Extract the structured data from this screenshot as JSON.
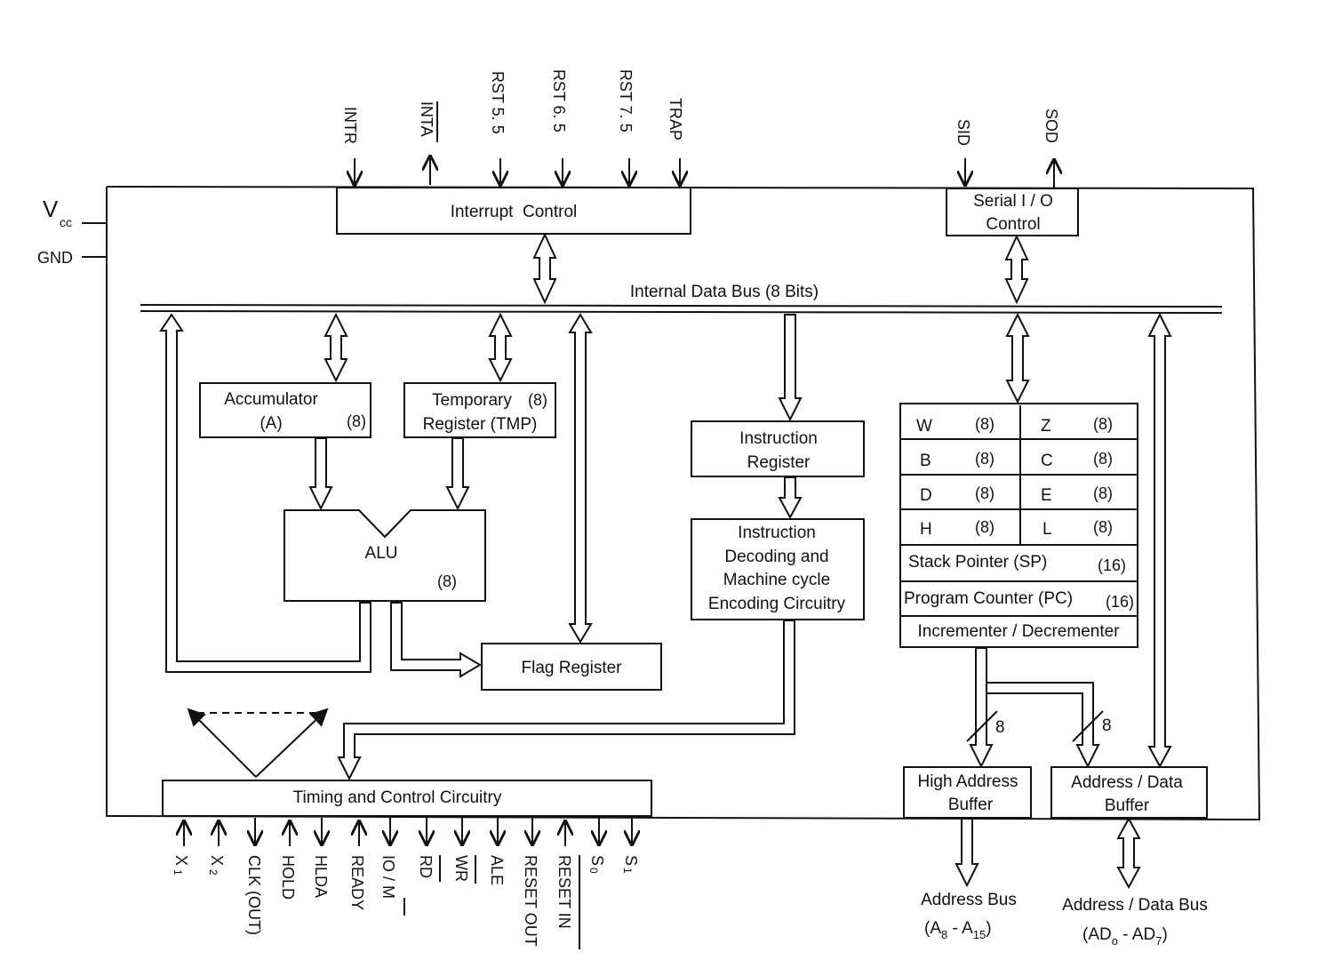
{
  "pins_top": {
    "intr": "INTR",
    "inta": "INTA",
    "rst55": "RST 5. 5",
    "rst65": "RST 6. 5",
    "rst75": "RST 7. 5",
    "trap": "TRAP",
    "sid": "SID",
    "sod": "SOD"
  },
  "power": {
    "vcc_main": "V",
    "vcc_sub": "cc",
    "gnd": "GND"
  },
  "blocks": {
    "interrupt_control": "Interrupt  Control",
    "serial_io_line1": "Serial I / O",
    "serial_io_line2": "Control",
    "internal_bus": "Internal Data Bus (8 Bits)",
    "accumulator_line1": "Accumulator",
    "accumulator_line2": "(A)",
    "accumulator_bits": "(8)",
    "temp_line1": "Temporary",
    "temp_bits": "(8)",
    "temp_line2": "Register (TMP)",
    "alu": "ALU",
    "alu_bits": "(8)",
    "flag_register": "Flag Register",
    "ir_line1": "Instruction",
    "ir_line2": "Register",
    "decode_line1": "Instruction",
    "decode_line2": "Decoding and",
    "decode_line3": "Machine cycle",
    "decode_line4": "Encoding Circuitry",
    "timing_control": "Timing and Control Circuitry",
    "high_addr_line1": "High Address",
    "high_addr_line2": "Buffer",
    "addr_data_line1": "Address / Data",
    "addr_data_line2": "Buffer"
  },
  "register_array": {
    "rows": [
      {
        "left": "W",
        "left_bits": "(8)",
        "right": "Z",
        "right_bits": "(8)"
      },
      {
        "left": "B",
        "left_bits": "(8)",
        "right": "C",
        "right_bits": "(8)"
      },
      {
        "left": "D",
        "left_bits": "(8)",
        "right": "E",
        "right_bits": "(8)"
      },
      {
        "left": "H",
        "left_bits": "(8)",
        "right": "L",
        "right_bits": "(8)"
      }
    ],
    "sp": "Stack Pointer (SP)",
    "sp_bits": "(16)",
    "pc": "Program Counter (PC)",
    "pc_bits": "(16)",
    "incdec": "Incrementer / Decrementer"
  },
  "bus_widths": {
    "high": "8",
    "low": "8"
  },
  "pins_bottom": {
    "x1": "X",
    "x1_sub": "1",
    "x2": "X",
    "x2_sub": "2",
    "clk": "CLK (OUT)",
    "hold": "HOLD",
    "hlda": "HLDA",
    "ready": "READY",
    "iom": "IO / M",
    "rd": "RD",
    "wr": "WR",
    "ale": "ALE",
    "reset_out": "RESET OUT",
    "reset_in": "RESET IN",
    "s0": "S",
    "s0_sub": "0",
    "s1": "S",
    "s1_sub": "1"
  },
  "outputs": {
    "addr_bus": "Address Bus",
    "addr_bus_range_a": "(A",
    "addr_bus_range_a_sub": "8",
    "addr_bus_range_mid": " - A",
    "addr_bus_range_b_sub": "15",
    "addr_bus_range_end": ")",
    "data_bus": "Address / Data Bus",
    "data_bus_range_a": "(AD",
    "data_bus_range_a_sub": "o",
    "data_bus_range_mid": " - AD",
    "data_bus_range_b_sub": "7",
    "data_bus_range_end": ")"
  }
}
